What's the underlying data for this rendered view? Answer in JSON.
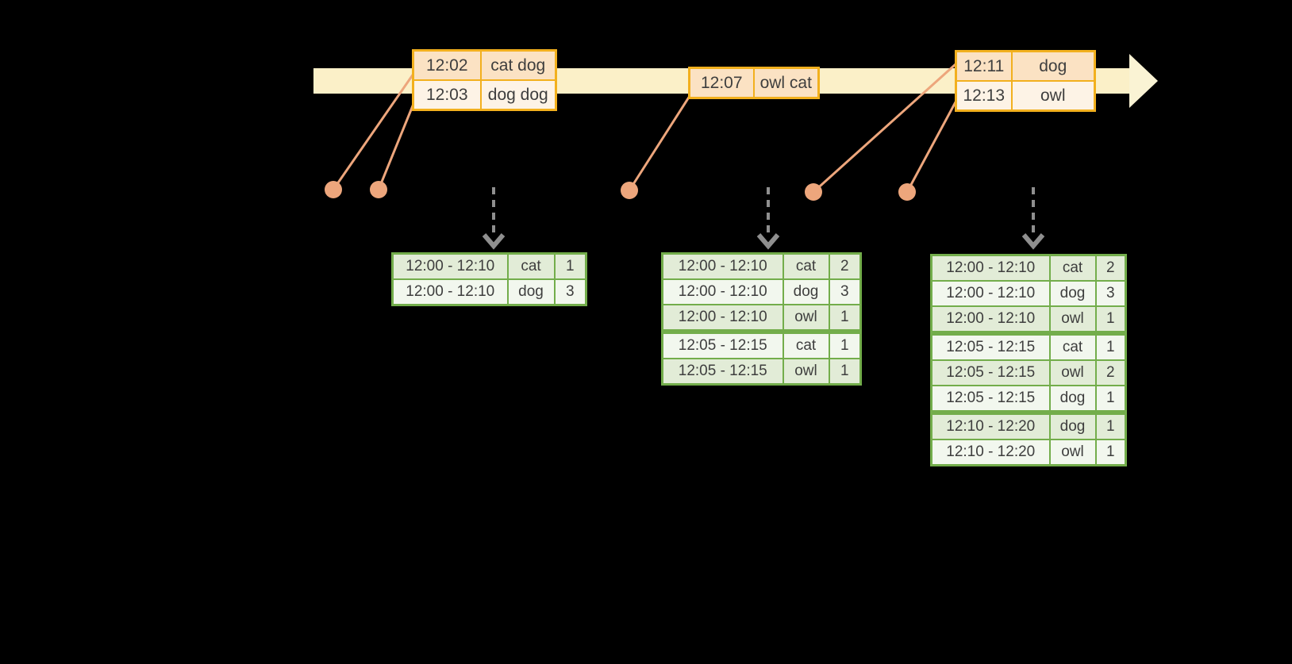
{
  "colors": {
    "background": "#000000",
    "band": "#FBF0C8",
    "band_head": "#FAF3D4",
    "gold": "#F2B01E",
    "peach": "#FBE2C3",
    "peach_light": "#FDF3E6",
    "salmon": "#EDA67C",
    "dash": "#8F8F8F",
    "green": "#73AD4B",
    "green_row_a": "#E2ECD7",
    "green_row_b": "#F2F7EE",
    "text": "#3E3E3E"
  },
  "timeline": {
    "event_tables": [
      {
        "rows": [
          {
            "time": "12:02",
            "words": "cat dog"
          },
          {
            "time": "12:03",
            "words": "dog dog"
          }
        ]
      },
      {
        "rows": [
          {
            "time": "12:07",
            "words": "owl cat"
          }
        ]
      },
      {
        "rows": [
          {
            "time": "12:11",
            "words": "dog"
          },
          {
            "time": "12:13",
            "words": "owl"
          }
        ]
      }
    ]
  },
  "result_tables": [
    {
      "rows": [
        {
          "window": "12:00 - 12:10",
          "word": "cat",
          "count": "1"
        },
        {
          "window": "12:00 - 12:10",
          "word": "dog",
          "count": "3"
        }
      ]
    },
    {
      "rows": [
        {
          "window": "12:00 - 12:10",
          "word": "cat",
          "count": "2"
        },
        {
          "window": "12:00 - 12:10",
          "word": "dog",
          "count": "3"
        },
        {
          "window": "12:00 - 12:10",
          "word": "owl",
          "count": "1"
        },
        {
          "window": "12:05 - 12:15",
          "word": "cat",
          "count": "1"
        },
        {
          "window": "12:05 - 12:15",
          "word": "owl",
          "count": "1"
        }
      ]
    },
    {
      "rows": [
        {
          "window": "12:00 - 12:10",
          "word": "cat",
          "count": "2"
        },
        {
          "window": "12:00 - 12:10",
          "word": "dog",
          "count": "3"
        },
        {
          "window": "12:00 - 12:10",
          "word": "owl",
          "count": "1"
        },
        {
          "window": "12:05 - 12:15",
          "word": "cat",
          "count": "1"
        },
        {
          "window": "12:05 - 12:15",
          "word": "owl",
          "count": "2"
        },
        {
          "window": "12:05 - 12:15",
          "word": "dog",
          "count": "1"
        },
        {
          "window": "12:10 - 12:20",
          "word": "dog",
          "count": "1"
        },
        {
          "window": "12:10 - 12:20",
          "word": "owl",
          "count": "1"
        }
      ]
    }
  ]
}
